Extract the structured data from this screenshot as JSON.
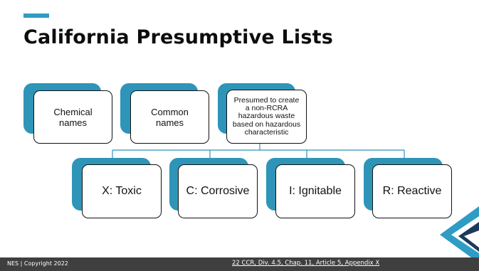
{
  "slide": {
    "title": "California Presumptive Lists"
  },
  "diagram": {
    "top_nodes": [
      {
        "label": "Chemical names"
      },
      {
        "label": "Common names"
      },
      {
        "label": "Presumed to create a non-RCRA hazardous waste based on hazardous characteristic"
      }
    ],
    "child_nodes": [
      {
        "label": "X: Toxic"
      },
      {
        "label": "C: Corrosive"
      },
      {
        "label": "I: Ignitable"
      },
      {
        "label": "R: Reactive"
      }
    ]
  },
  "footer": {
    "copyright": "NES | Copyright 2022",
    "reference": "22 CCR, Div. 4.5, Chap. 11, Article 5, Appendix X"
  },
  "colors": {
    "accent": "#2e95b8",
    "footer_bg": "#3f3f3f",
    "logo_blue": "#2e9cc4",
    "logo_navy": "#1b3a5c"
  }
}
